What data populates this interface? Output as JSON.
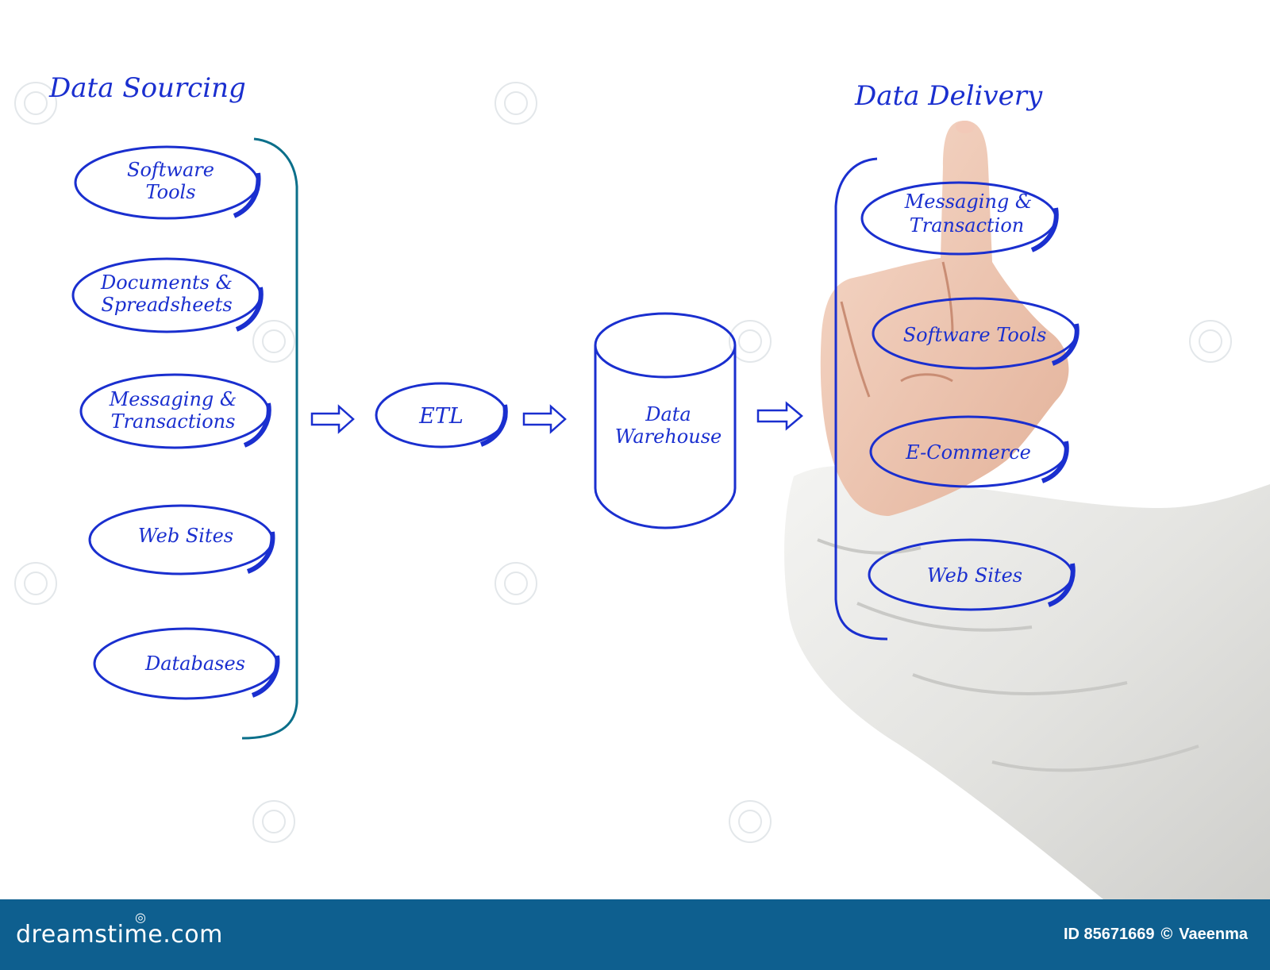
{
  "diagram": {
    "sourcing": {
      "title": "Data Sourcing",
      "items": [
        {
          "line1": "Software",
          "line2": "Tools"
        },
        {
          "line1": "Documents &",
          "line2": "Spreadsheets"
        },
        {
          "line1": "Messaging &",
          "line2": "Transactions"
        },
        {
          "line1": "Web Sites",
          "line2": ""
        },
        {
          "line1": "Databases",
          "line2": ""
        }
      ]
    },
    "etl": {
      "label": "ETL"
    },
    "warehouse": {
      "line1": "Data",
      "line2": "Warehouse"
    },
    "delivery": {
      "title": "Data Delivery",
      "items": [
        {
          "line1": "Messaging &",
          "line2": "Transaction"
        },
        {
          "line1": "Software Tools",
          "line2": ""
        },
        {
          "line1": "E-Commerce",
          "line2": ""
        },
        {
          "line1": "Web Sites",
          "line2": ""
        }
      ]
    },
    "colors": {
      "ink": "#1a2fcf",
      "bracket": "#0b6f8a",
      "footer_bg": "#0e5f8f"
    }
  },
  "footer": {
    "brand": "dreamstime.com",
    "image_id": "ID 85671669",
    "copyright_symbol": "©",
    "author": "Vaeenma"
  }
}
